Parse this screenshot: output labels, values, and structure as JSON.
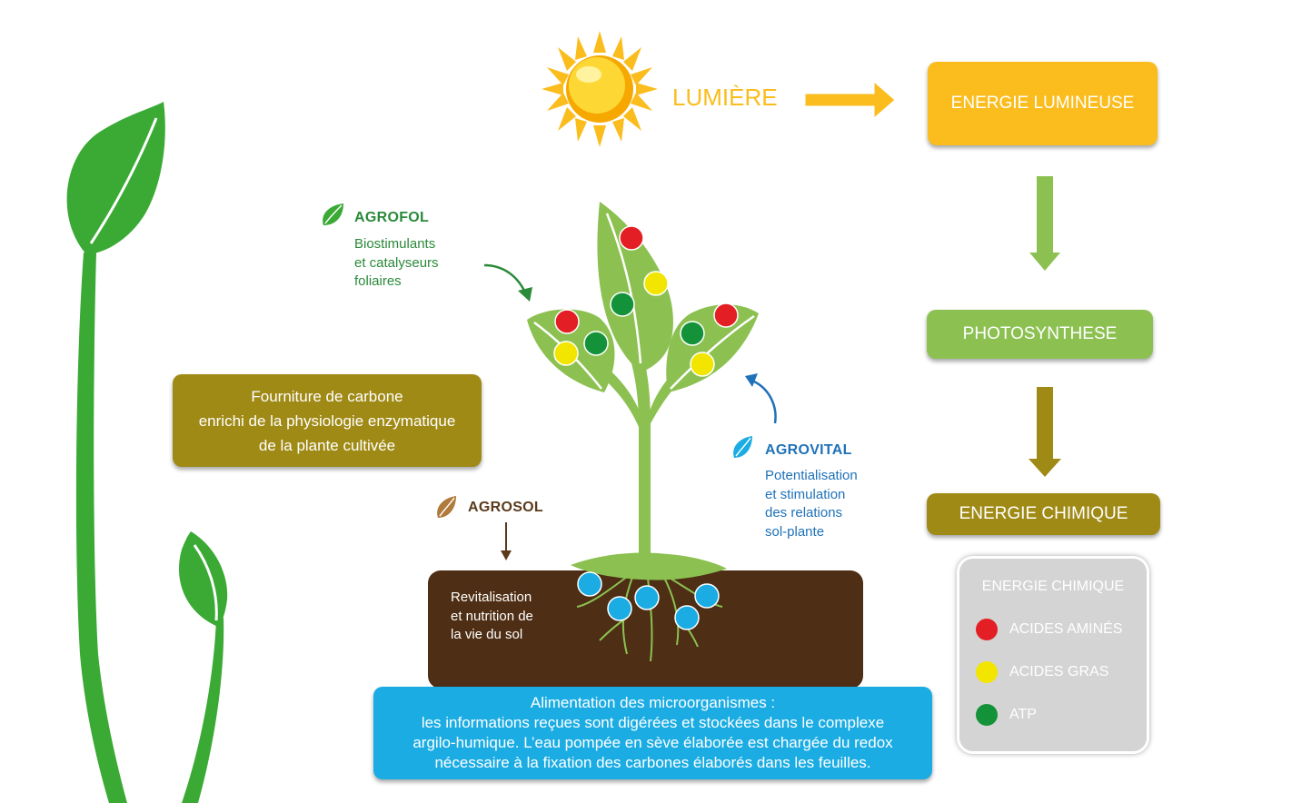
{
  "sun_label": "LUMIÈRE",
  "flow": {
    "energie_lumineuse": "ENERGIE LUMINEUSE",
    "photosynthese": "PHOTOSYNTHESE",
    "energie_chimique": "ENERGIE CHIMIQUE"
  },
  "legend": {
    "title": "ENERGIE CHIMIQUE",
    "items": [
      {
        "label": "ACIDES AMINÉS",
        "color": "#e31e24"
      },
      {
        "label": "ACIDES GRAS",
        "color": "#f2e500"
      },
      {
        "label": "ATP",
        "color": "#14923a"
      }
    ]
  },
  "products": {
    "agrofol": {
      "name": "AGROFOL",
      "lines": [
        "Biostimulants",
        "et catalyseurs",
        "foliaires"
      ],
      "color": "#2a8a3a"
    },
    "agrovital": {
      "name": "AGROVITAL",
      "lines": [
        "Potentialisation",
        "et stimulation",
        "des relations",
        "sol-plante"
      ],
      "color": "#1f72b8"
    },
    "agrosol": {
      "name": "AGROSOL",
      "color": "#5a3a1a"
    }
  },
  "carbon_box": [
    "Fourniture de carbone",
    "enrichi de la physiologie enzymatique",
    "de la plante cultivée"
  ],
  "soil_text": [
    "Revitalisation",
    "et nutrition de",
    "la vie du sol"
  ],
  "micro_box": [
    "Alimentation des microorganismes :",
    "les informations reçues sont digérées et stockées dans le complexe",
    "argilo-humique. L’eau pompée en sève élaborée est chargée du redox",
    "nécessaire à la fixation des carbones élaborés dans les feuilles."
  ],
  "colors": {
    "yellow": "#fbbd1d",
    "light_green": "#8cc152",
    "olive": "#a08a16",
    "blue": "#1aace3",
    "soil": "#4e2e14",
    "dark_green_plant": "#3aaa35"
  }
}
